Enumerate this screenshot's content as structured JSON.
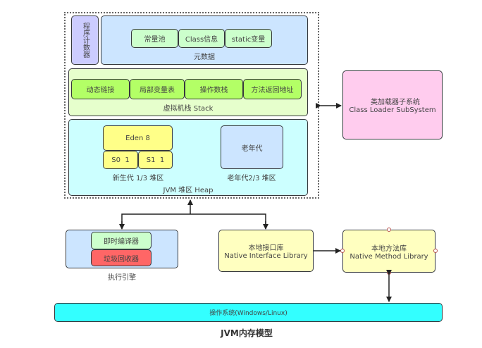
{
  "runtime_data_area": {
    "program_counter": {
      "label": "程序计数器"
    },
    "metadata": {
      "title": "元数据",
      "items": [
        "常量池",
        "Class信息",
        "static变量"
      ]
    },
    "stack": {
      "title": "虚拟机栈 Stack",
      "items": [
        "动态链接",
        "局部变量表",
        "操作数栈",
        "方法返回地址"
      ]
    },
    "heap": {
      "title": "JVM 堆区 Heap",
      "young_gen": {
        "eden": "Eden 8",
        "s0": "S0  1",
        "s1": "S1  1",
        "caption": "新生代 1/3 堆区"
      },
      "old_gen": {
        "box_label": "老年代",
        "caption": "老年代2/3 堆区"
      }
    }
  },
  "class_loader": {
    "line1": "类加载器子系统",
    "line2": "Class Loader SubSystem"
  },
  "execution_engine": {
    "caption": "执行引擎",
    "jit": "即时编译器",
    "gc": "垃圾回收器"
  },
  "native_interface": {
    "line1": "本地接口库",
    "line2": "Native Interface Library"
  },
  "native_method": {
    "line1": "本地方法库",
    "line2": "Native Method Library"
  },
  "os": {
    "label": "操作系统(Windows/Linux)"
  },
  "diagram_title": "JVM内存模型",
  "colors": {
    "program_counter": "#ccccff",
    "metadata": "#cce5ff",
    "metadata_items": "#ccffcc",
    "stack": "#e6ffcc",
    "stack_items": "#b3ff66",
    "heap": "#ccffff",
    "young_gen": "#ffff88",
    "old_gen": "#cce5ff",
    "class_loader": "#ffccee",
    "execution_engine": "#cce5ff",
    "jit": "#ccffcc",
    "gc": "#ff6666",
    "native": "#ffffc0",
    "os": "#33ffff"
  }
}
